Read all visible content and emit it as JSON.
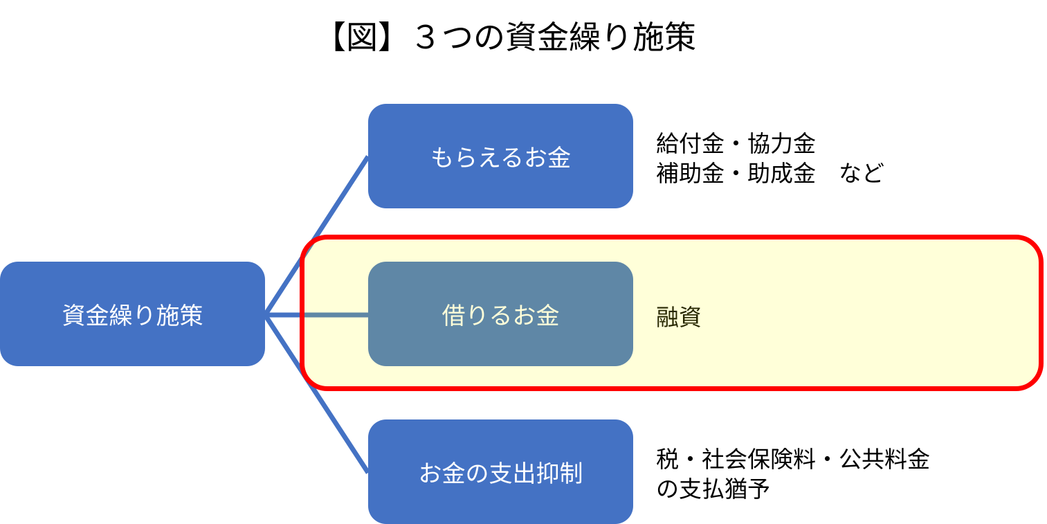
{
  "title": "【図】３つの資金繰り施策",
  "root": {
    "label": "資金繰り施策"
  },
  "branches": [
    {
      "label": "もらえるお金",
      "notes": [
        "給付金・協力金",
        "補助金・助成金　など"
      ]
    },
    {
      "label": "借りるお金",
      "notes": [
        "融資"
      ]
    },
    {
      "label": "お金の支出抑制",
      "notes": [
        "税・社会保険料・公共料金",
        "の支払猶予"
      ]
    }
  ],
  "colors": {
    "box": "#4472C4",
    "highlight_border": "#FF0000",
    "highlight_fill": "#FFFFDC"
  }
}
